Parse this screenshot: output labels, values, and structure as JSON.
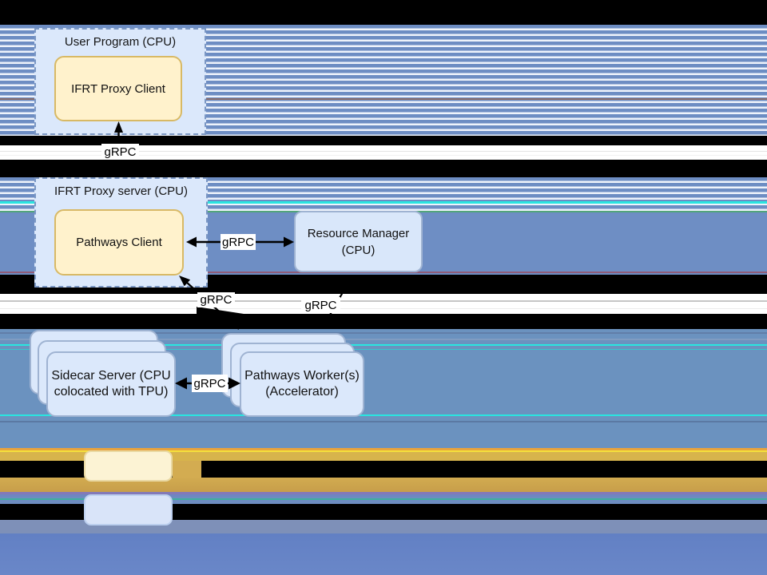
{
  "diagram": {
    "nodes": {
      "user_program": {
        "title": "User Program (CPU)"
      },
      "ifrt_proxy_client": {
        "label": "IFRT Proxy Client"
      },
      "ifrt_proxy_server": {
        "title": "IFRT Proxy server (CPU)"
      },
      "pathways_client": {
        "label": "Pathways Client"
      },
      "resource_manager": {
        "line1": "Resource Manager",
        "line2": "(CPU)"
      },
      "sidecar_server": {
        "line1": "Sidecar Server (CPU",
        "line2": "colocated with TPU)"
      },
      "pathways_workers": {
        "line1": "Pathways Worker(s)",
        "line2": "(Accelerator)"
      }
    },
    "edge_labels": {
      "client_to_server": "gRPC",
      "pathways_client_resource_manager": "gRPC",
      "server_to_sidecar": "gRPC",
      "resource_manager_to_worker": "gRPC",
      "sidecar_to_worker": "gRPC"
    },
    "legend": {
      "items": [
        {
          "swatch_color": "#fff2cc",
          "label": ""
        },
        {
          "swatch_color": "#dbe8fb",
          "label": ""
        }
      ],
      "note": "legend caption text is obscured by black bars in the screenshot"
    },
    "colors": {
      "node_fill_blue": "#dbe8fb",
      "node_fill_yellow": "#fff2cc",
      "node_border_yellow": "#d8b965",
      "node_border_blue_dashed": "#7b97c4",
      "stack_border": "#9fb3d2",
      "stripe_blue": "#6d8dc3",
      "stripe_light": "#eef3fb",
      "background_blue_upper": "#6e8ec4",
      "background_blue_mid": "#6b92bf",
      "background_blue_bottom": "#6381c5",
      "gold_band": "#d3ac51",
      "cyan_line": "#2ae5e0",
      "orange_line": "#e8a33d",
      "black_band": "#000000"
    }
  }
}
